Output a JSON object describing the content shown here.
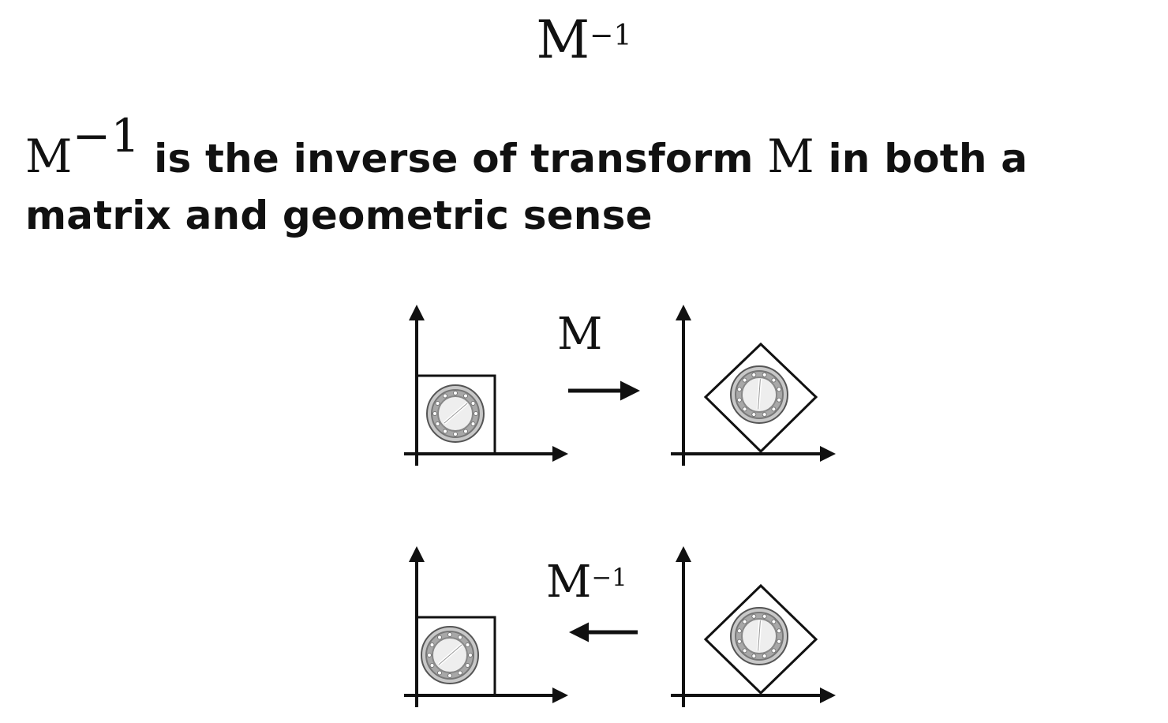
{
  "title": {
    "symbol": "M",
    "exponent": "−1"
  },
  "statement": {
    "symbol": "M",
    "exponent": "−1",
    "text_before": " is the inverse of transform ",
    "transform_symbol": "M",
    "text_after": " in both a matrix and geometric sense"
  },
  "diagram": {
    "forward_label": "M",
    "inverse_label_symbol": "M",
    "inverse_label_exponent": "−1",
    "icons": [
      "clock-icon"
    ]
  }
}
